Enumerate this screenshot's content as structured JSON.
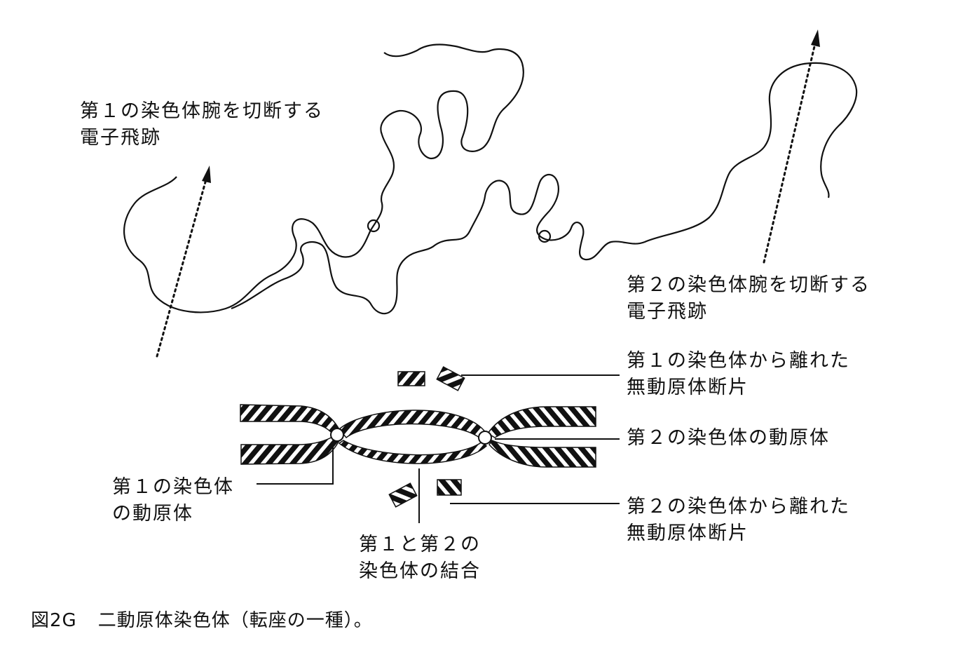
{
  "labels": {
    "track1": {
      "line1": "第１の染色体腕を切断する",
      "line2": "電子飛跡"
    },
    "track2": {
      "line1": "第２の染色体腕を切断する",
      "line2": "電子飛跡"
    },
    "acentric1": {
      "line1": "第１の染色体から離れた",
      "line2": "無動原体断片"
    },
    "centromere2": {
      "line1": "第２の染色体の動原体"
    },
    "centromere1": {
      "line1": "第１の染色体",
      "line2": "の動原体"
    },
    "junction": {
      "line1": "第１と第２の",
      "line2": "染色体の結合"
    },
    "acentric2": {
      "line1": "第２の染色体から離れた",
      "line2": "無動原体断片"
    }
  },
  "caption": {
    "number": "図2G",
    "text": "二動原体染色体（転座の一種）。"
  },
  "colors": {
    "ink": "#111111",
    "background": "#ffffff"
  }
}
